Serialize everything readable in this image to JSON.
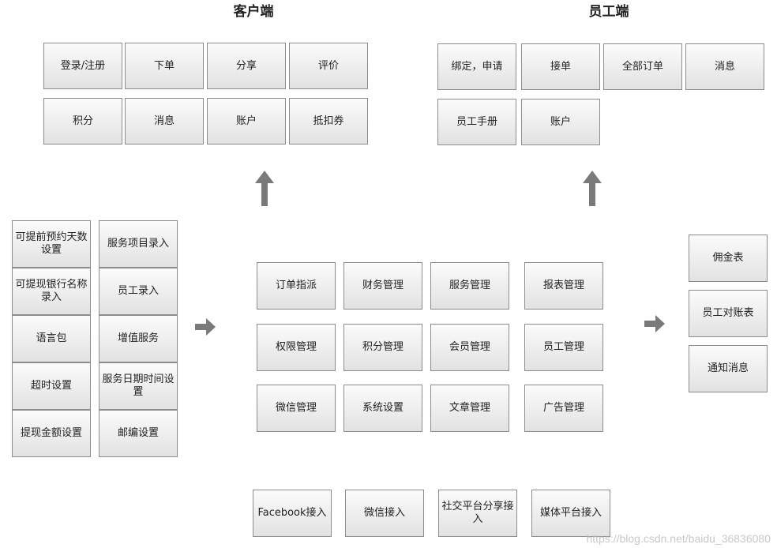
{
  "customer": {
    "title": "客户端",
    "items": [
      "登录/注册",
      "下单",
      "分享",
      "评价",
      "积分",
      "消息",
      "账户",
      "抵扣券"
    ]
  },
  "employee": {
    "title": "员工端",
    "items": [
      "绑定，申请",
      "接单",
      "全部订单",
      "消息",
      "员工手册",
      "账户"
    ]
  },
  "settings_left": [
    "可提前预约天数设置",
    "可提现银行名称录入",
    "语言包",
    "超时设置",
    "提现金额设置"
  ],
  "settings_right": [
    "服务项目录入",
    "员工录入",
    "增值服务",
    "服务日期时间设置",
    "邮编设置"
  ],
  "management": [
    "订单指派",
    "财务管理",
    "服务管理",
    "报表管理",
    "权限管理",
    "积分管理",
    "会员管理",
    "员工管理",
    "微信管理",
    "系统设置",
    "文章管理",
    "广告管理"
  ],
  "outputs": [
    "佣金表",
    "员工对账表",
    "通知消息"
  ],
  "integrations": [
    "Facebook接入",
    "微信接入",
    "社交平台分享接入",
    "媒体平台接入"
  ],
  "watermark": "https://blog.csdn.net/baidu_36836080"
}
